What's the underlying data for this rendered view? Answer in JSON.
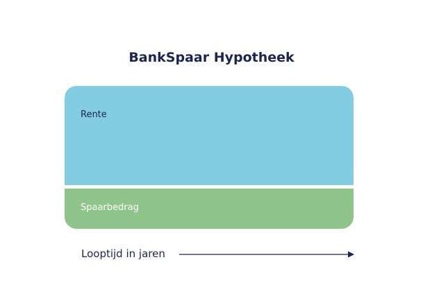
{
  "title": "BankSpaar Hypotheek",
  "blocks": {
    "rente": "Rente",
    "spaarbedrag": "Spaarbedrag"
  },
  "axis": {
    "label": "Looptijd in jaren"
  },
  "colors": {
    "title_text": "#1b2553",
    "rente_block": "#83cde3",
    "spaarbedrag_block": "#8fc48a",
    "arrow": "#1b2553"
  }
}
